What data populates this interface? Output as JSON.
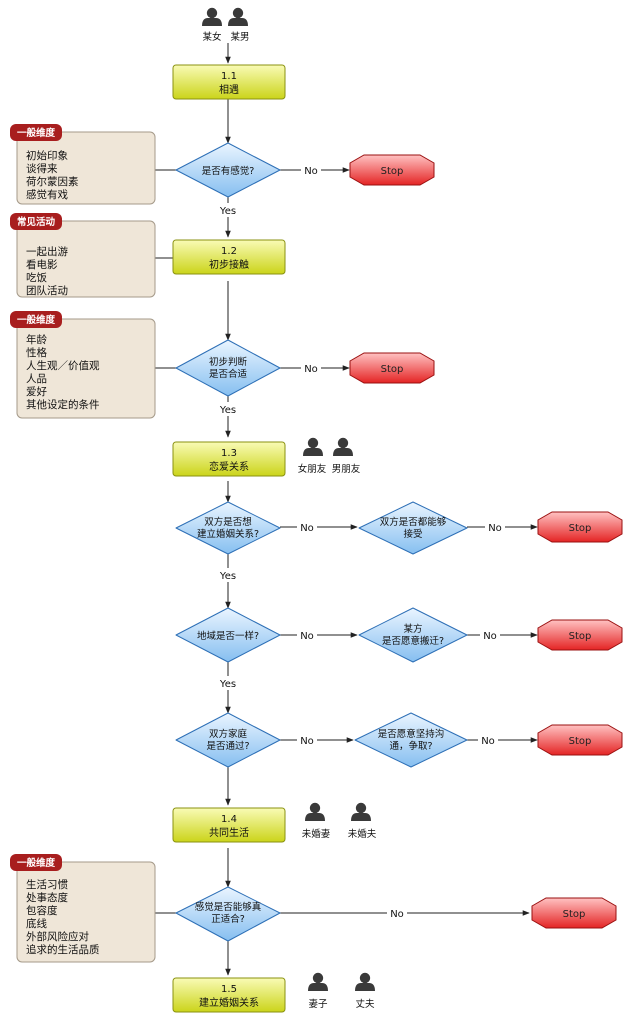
{
  "start_people": [
    "某女",
    "某男"
  ],
  "steps": {
    "s11": {
      "num": "1.1",
      "title": "相遇"
    },
    "s12": {
      "num": "1.2",
      "title": "初步接触"
    },
    "s13": {
      "num": "1.3",
      "title": "恋爱关系"
    },
    "s14": {
      "num": "1.4",
      "title": "共同生活"
    },
    "s15": {
      "num": "1.5",
      "title": "建立婚姻关系"
    }
  },
  "decisions": {
    "d1": [
      "是否有感觉?"
    ],
    "d2": [
      "初步判断",
      "是否合适"
    ],
    "d3": [
      "双方是否想",
      "建立婚姻关系?"
    ],
    "d3b": [
      "双方是否都能够",
      "接受"
    ],
    "d4": [
      "地域是否一样?"
    ],
    "d4b": [
      "某方",
      "是否愿意搬迁?"
    ],
    "d5": [
      "双方家庭",
      "是否通过?"
    ],
    "d5b": [
      "是否愿意坚持沟",
      "通，争取?"
    ],
    "d6": [
      "感觉是否能够真",
      "正适合?"
    ]
  },
  "stop_label": "Stop",
  "edge_labels": {
    "yes": "Yes",
    "no": "No"
  },
  "notes": {
    "n1": {
      "tag": "一般维度",
      "items": [
        "初始印象",
        "谈得来",
        "荷尔蒙因素",
        "感觉有戏"
      ]
    },
    "n2": {
      "tag": "常见活动",
      "items": [
        "一起出游",
        "看电影",
        "吃饭",
        "团队活动"
      ]
    },
    "n3": {
      "tag": "一般维度",
      "items": [
        "年龄",
        "性格",
        "人生观／价值观",
        "人品",
        "爱好",
        "其他设定的条件"
      ]
    },
    "n4": {
      "tag": "一般维度",
      "items": [
        "生活习惯",
        "处事态度",
        "包容度",
        "底线",
        "外部风险应对",
        "追求的生活品质"
      ]
    }
  },
  "people": {
    "p13": [
      "女朋友",
      "男朋友"
    ],
    "p14": [
      "未婚妻",
      "未婚夫"
    ],
    "p15": [
      "妻子",
      "丈夫"
    ]
  },
  "colors": {
    "step_fill_top": "#f7f9a0",
    "step_fill_bottom": "#cfd81e",
    "step_stroke": "#8a9210",
    "decision_fill_top": "#e6f3ff",
    "decision_fill_bottom": "#8cc4f2",
    "decision_stroke": "#2d6fb6",
    "stop_fill_top": "#ffb3b3",
    "stop_fill_bottom": "#e82b2b",
    "stop_stroke": "#9a1010",
    "note_fill": "#efe6d8",
    "note_stroke": "#a59a8a",
    "tag_fill": "#a81e1e"
  }
}
